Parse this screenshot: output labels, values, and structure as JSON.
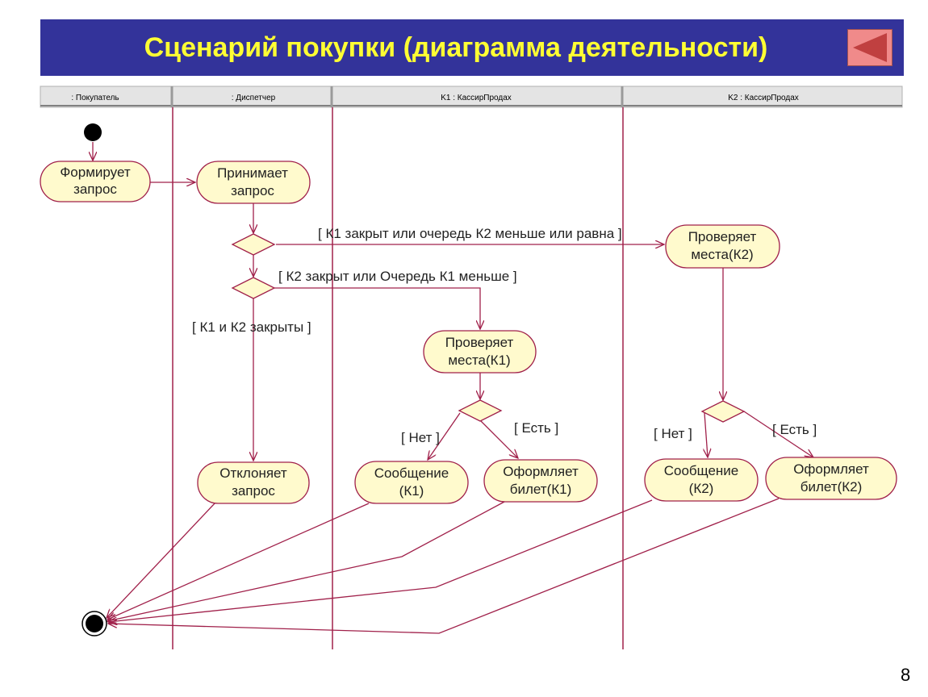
{
  "title": "Сценарий покупки (диаграмма деятельности)",
  "page_number": "8",
  "colors": {
    "title_bg": "#33339a",
    "title_text": "#ffff33",
    "node_fill": "#fffacd",
    "line": "#a0204a",
    "back_button": "#f08a8a"
  },
  "back_button_icon": "left-triangle-icon",
  "lanes": [
    ": Покупатель",
    ": Диспетчер",
    "K1 : КассирПродах",
    "K2 : КассирПродах"
  ],
  "nodes": {
    "form_request": [
      "Формирует",
      "запрос"
    ],
    "accept_request": [
      "Принимает",
      "запрос"
    ],
    "check_k2": [
      "Проверяет",
      "места(К2)"
    ],
    "check_k1": [
      "Проверяет",
      "места(К1)"
    ],
    "reject_request": [
      "Отклоняет",
      "запрос"
    ],
    "message_k1": [
      "Сообщение",
      "(К1)"
    ],
    "ticket_k1": [
      "Оформляет",
      "билет(К1)"
    ],
    "message_k2": [
      "Сообщение",
      "(К2)"
    ],
    "ticket_k2": [
      "Оформляет",
      "билет(К2)"
    ]
  },
  "guards": {
    "k1_closed": "[ К1 закрыт или очередь К2 меньше или равна ]",
    "k2_closed": "[ К2 закрыт или Очередь К1 меньше ]",
    "both_closed": "[ К1 и К2 закрыты ]",
    "no_k1": "[ Нет ]",
    "yes_k1": "[ Есть ]",
    "no_k2": "[ Нет ]",
    "yes_k2": "[ Есть ]"
  }
}
